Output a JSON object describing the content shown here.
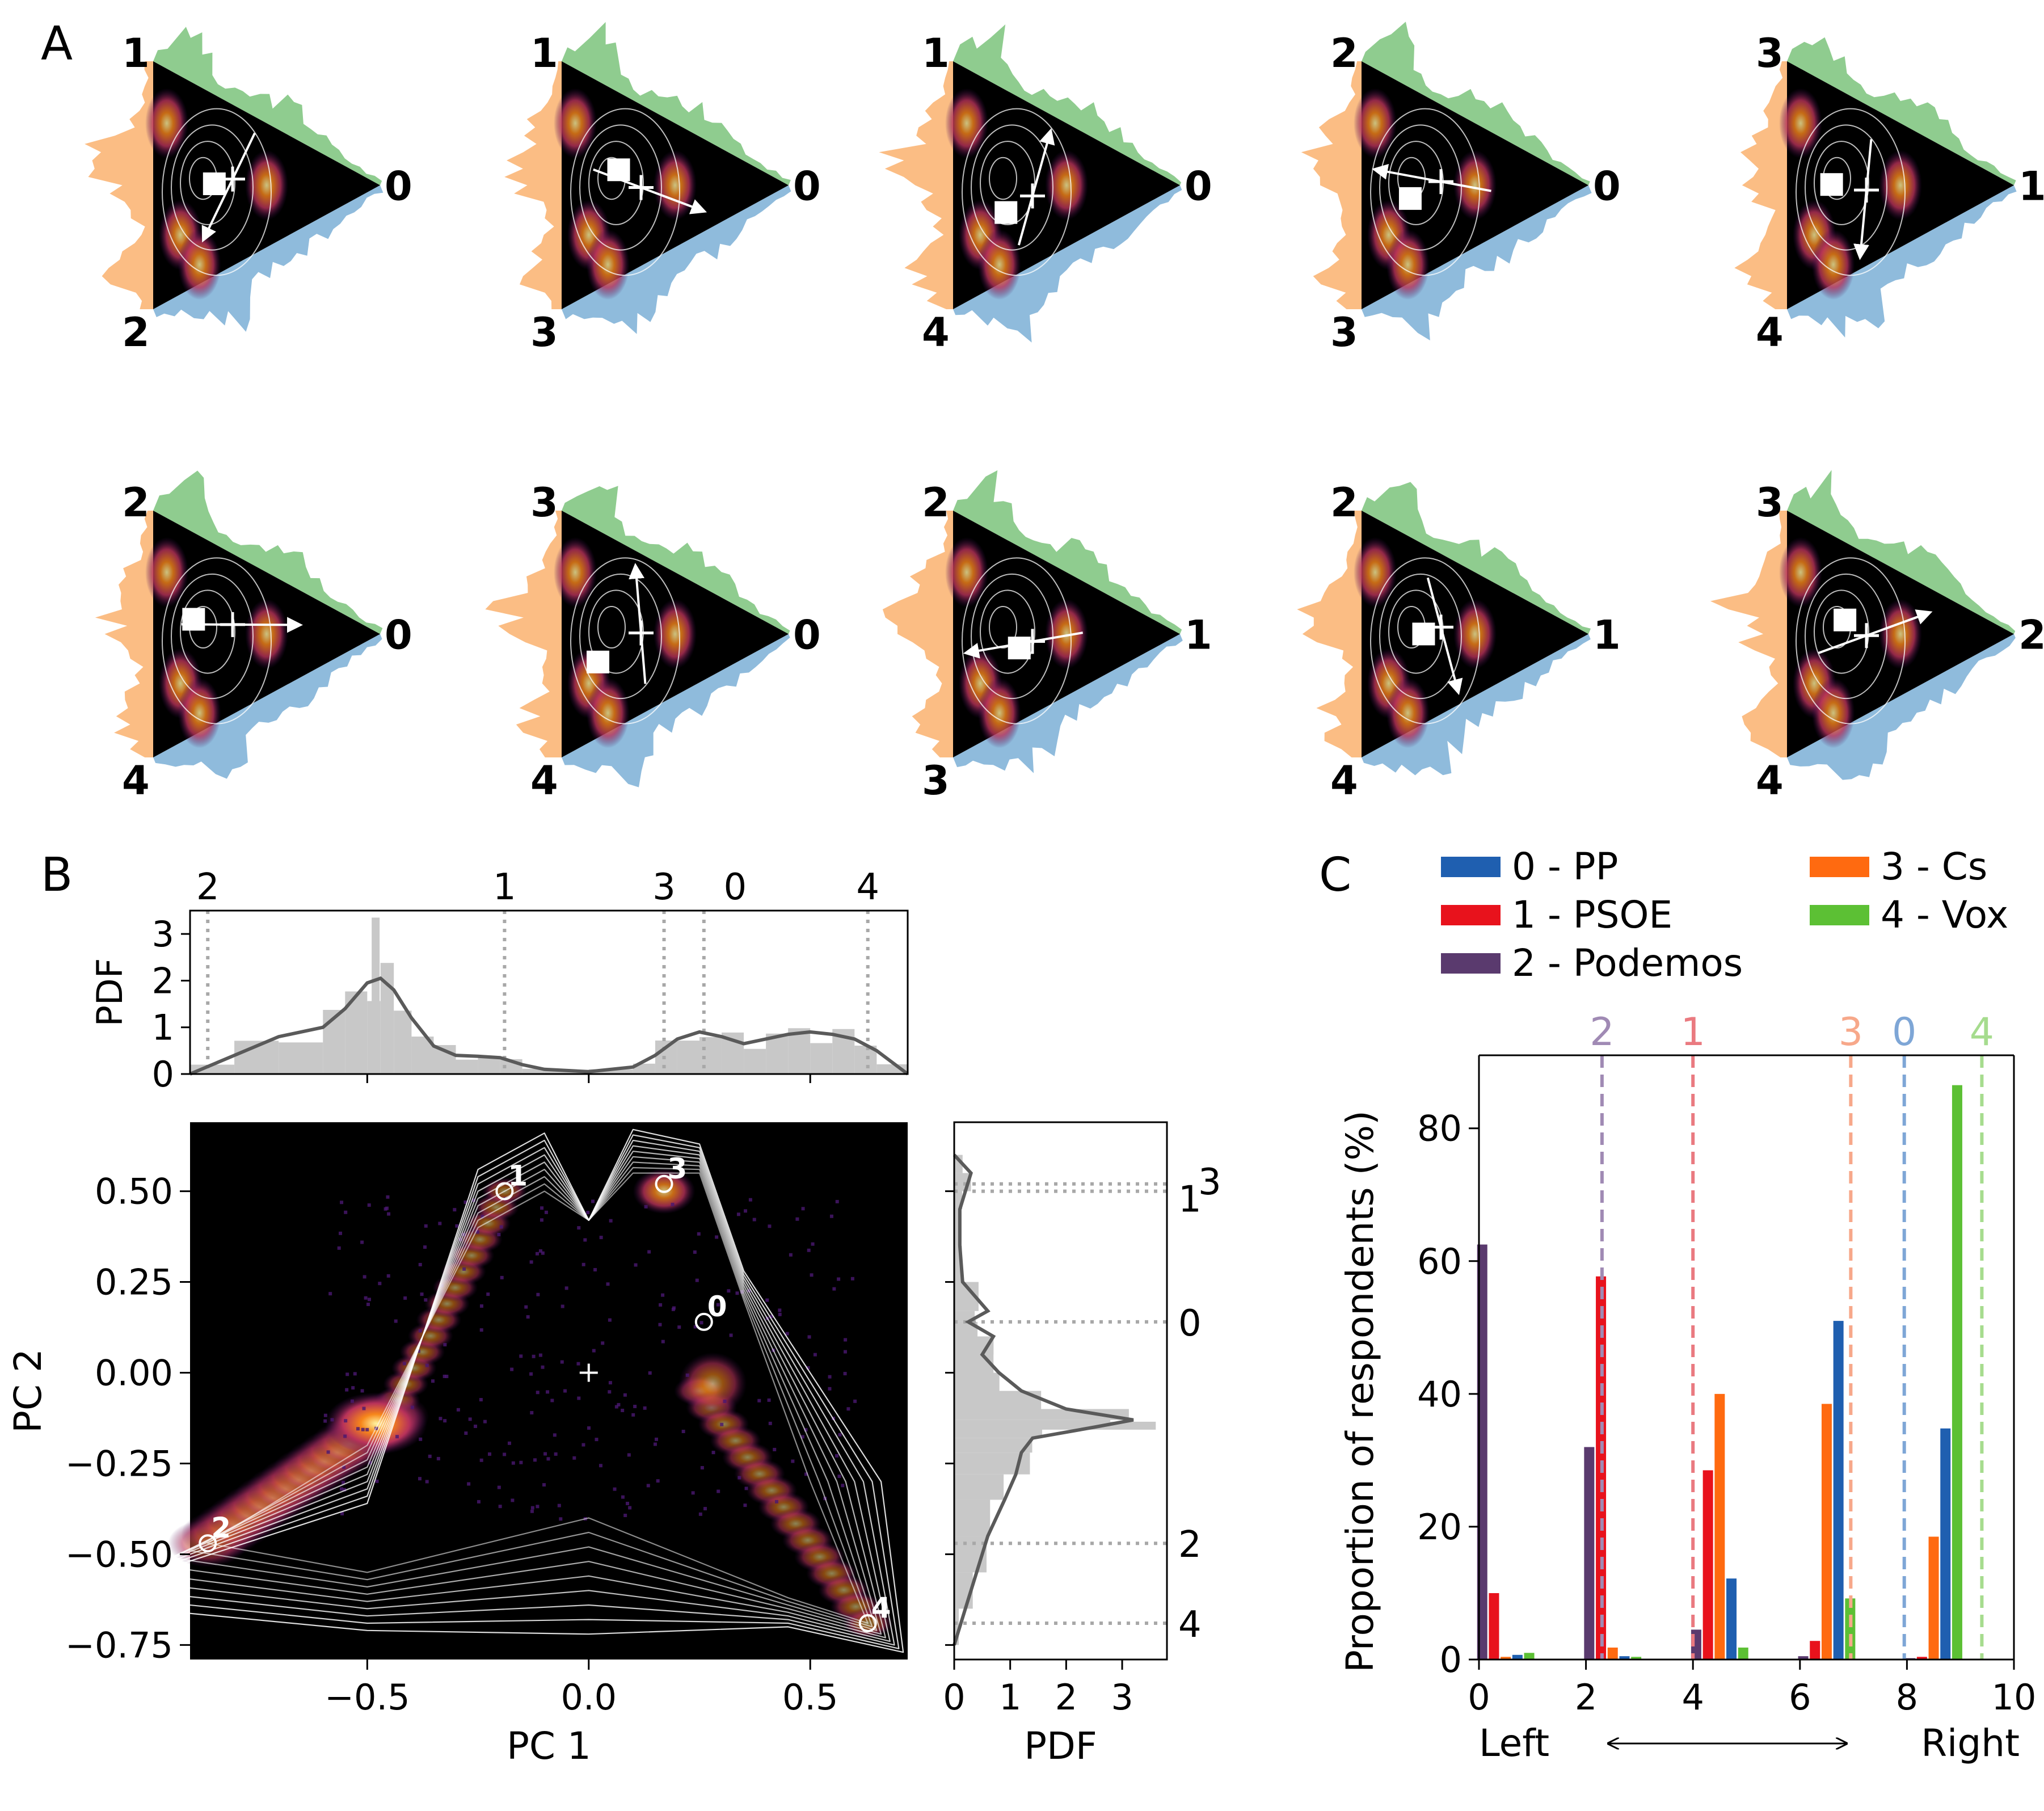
{
  "panels": {
    "a_label": "A",
    "b_label": "B",
    "c_label": "C"
  },
  "colors": {
    "triangle_fill": "#000000",
    "marginal_top": "#8fcc8f",
    "marginal_left": "#fbbd84",
    "marginal_bottom": "#8fbbdc",
    "hist_fill": "#c8c8c8",
    "kde_line": "#5a5a5a",
    "pp": "#1f5fb0",
    "psoe": "#e8121c",
    "podemos": "#5a3a6e",
    "cs": "#ff6a10",
    "vox": "#5cc034"
  },
  "chart_data": [
    {
      "type": "scatter",
      "panel": "A",
      "description_of_marks": "ternary projections with marginal histograms",
      "triangles": [
        {
          "top": "1",
          "right": "0",
          "bottom": "2"
        },
        {
          "top": "1",
          "right": "0",
          "bottom": "3"
        },
        {
          "top": "1",
          "right": "0",
          "bottom": "4"
        },
        {
          "top": "2",
          "right": "0",
          "bottom": "3"
        },
        {
          "top": "3",
          "right": "1",
          "bottom": "4"
        },
        {
          "top": "2",
          "right": "0",
          "bottom": "4"
        },
        {
          "top": "3",
          "right": "0",
          "bottom": "4"
        },
        {
          "top": "2",
          "right": "1",
          "bottom": "3"
        },
        {
          "top": "2",
          "right": "1",
          "bottom": "4"
        },
        {
          "top": "3",
          "right": "2",
          "bottom": "4"
        }
      ]
    },
    {
      "type": "heatmap",
      "panel": "B",
      "xlabel": "PC 1",
      "ylabel": "PC 2",
      "xlim": [
        -0.9,
        0.72
      ],
      "ylim": [
        -0.79,
        0.69
      ],
      "xticks": [
        -0.5,
        0.0,
        0.5
      ],
      "xtick_labels": [
        "−0.5",
        "0.0",
        "0.5"
      ],
      "yticks": [
        0.5,
        0.25,
        0.0,
        -0.25,
        -0.5,
        -0.75
      ],
      "ytick_labels": [
        "0.50",
        "0.25",
        "0.00",
        "−0.25",
        "−0.50",
        "−0.75"
      ],
      "party_points": [
        {
          "label": "1",
          "x": -0.19,
          "y": 0.5
        },
        {
          "label": "3",
          "x": 0.17,
          "y": 0.52
        },
        {
          "label": "0",
          "x": 0.26,
          "y": 0.14
        },
        {
          "label": "2",
          "x": -0.86,
          "y": -0.47
        },
        {
          "label": "4",
          "x": 0.63,
          "y": -0.69
        }
      ],
      "centre_marker": {
        "x": 0.0,
        "y": 0.0
      },
      "top_marginal": {
        "ylabel": "PDF",
        "ylim": [
          0,
          3.5
        ],
        "yticks": [
          0,
          1,
          2,
          3
        ],
        "ytick_labels": [
          "0",
          "1",
          "2",
          "3"
        ],
        "party_lines": [
          {
            "label": "2",
            "x": -0.86
          },
          {
            "label": "1",
            "x": -0.19
          },
          {
            "label": "3",
            "x": 0.17
          },
          {
            "label": "0",
            "x": 0.26
          },
          {
            "label": "4",
            "x": 0.63
          }
        ],
        "kde_x": [
          -0.9,
          -0.8,
          -0.7,
          -0.6,
          -0.55,
          -0.5,
          -0.47,
          -0.44,
          -0.4,
          -0.35,
          -0.3,
          -0.25,
          -0.2,
          -0.15,
          -0.1,
          0.0,
          0.1,
          0.15,
          0.2,
          0.25,
          0.3,
          0.35,
          0.4,
          0.45,
          0.5,
          0.55,
          0.6,
          0.65,
          0.72
        ],
        "kde_y": [
          0.0,
          0.4,
          0.8,
          1.0,
          1.4,
          1.95,
          2.05,
          1.8,
          1.2,
          0.6,
          0.4,
          0.38,
          0.35,
          0.2,
          0.1,
          0.05,
          0.15,
          0.4,
          0.75,
          0.9,
          0.8,
          0.65,
          0.75,
          0.85,
          0.9,
          0.85,
          0.75,
          0.5,
          0.0
        ]
      },
      "right_marginal": {
        "xlabel": "PDF",
        "xlim": [
          0,
          3.8
        ],
        "xticks": [
          0,
          1,
          2,
          3
        ],
        "xtick_labels": [
          "0",
          "1",
          "2",
          "3"
        ],
        "party_lines": [
          {
            "label": "1",
            "y": 0.5
          },
          {
            "label": "3",
            "y": 0.52
          },
          {
            "label": "0",
            "y": 0.14
          },
          {
            "label": "2",
            "y": -0.47
          },
          {
            "label": "4",
            "y": -0.69
          }
        ],
        "kde_y": [
          0.6,
          0.55,
          0.5,
          0.45,
          0.35,
          0.25,
          0.17,
          0.14,
          0.1,
          0.05,
          0.0,
          -0.05,
          -0.1,
          -0.13,
          -0.15,
          -0.18,
          -0.22,
          -0.28,
          -0.35,
          -0.45,
          -0.55,
          -0.65,
          -0.75
        ],
        "kde_x": [
          0.0,
          0.3,
          0.2,
          0.1,
          0.1,
          0.15,
          0.6,
          0.25,
          0.7,
          0.5,
          0.8,
          1.2,
          2.0,
          3.2,
          2.5,
          1.4,
          1.2,
          1.1,
          0.9,
          0.6,
          0.4,
          0.2,
          0.0
        ]
      }
    },
    {
      "type": "bar",
      "panel": "C",
      "ylabel": "Proportion of respondents (%)",
      "xlim": [
        0,
        10
      ],
      "ylim": [
        0,
        91
      ],
      "xticks": [
        0,
        2,
        4,
        6,
        8,
        10
      ],
      "xtick_labels": [
        "0",
        "2",
        "4",
        "6",
        "8",
        "10"
      ],
      "yticks": [
        0,
        20,
        40,
        60,
        80
      ],
      "ytick_labels": [
        "0",
        "20",
        "40",
        "60",
        "80"
      ],
      "axis_note_left": "Left",
      "axis_note_right": "Right",
      "categories": [
        0.5,
        2.5,
        4.5,
        6.5,
        8.5
      ],
      "series": [
        {
          "name": "0 - PP",
          "color": "#1f5fb0",
          "values": [
            0.7,
            0.5,
            12.2,
            51.0,
            34.8
          ]
        },
        {
          "name": "1 - PSOE",
          "color": "#e8121c",
          "values": [
            10.0,
            57.7,
            28.5,
            2.8,
            0.4
          ]
        },
        {
          "name": "2 - Podemos",
          "color": "#5a3a6e",
          "values": [
            62.5,
            32.0,
            4.5,
            0.5,
            0.2
          ]
        },
        {
          "name": "3 - Cs",
          "color": "#ff6a10",
          "values": [
            0.4,
            1.8,
            40.0,
            38.5,
            18.5
          ]
        },
        {
          "name": "4 - Vox",
          "color": "#5cc034",
          "values": [
            1.0,
            0.4,
            1.8,
            9.2,
            86.5
          ]
        }
      ],
      "mean_lines": [
        {
          "label": "2",
          "x": 2.3,
          "color": "#a08ab4"
        },
        {
          "label": "1",
          "x": 4.0,
          "color": "#ea7a80"
        },
        {
          "label": "3",
          "x": 6.95,
          "color": "#f7a88a"
        },
        {
          "label": "0",
          "x": 7.95,
          "color": "#7ea6d6"
        },
        {
          "label": "4",
          "x": 9.4,
          "color": "#a6dc8e"
        }
      ]
    }
  ]
}
